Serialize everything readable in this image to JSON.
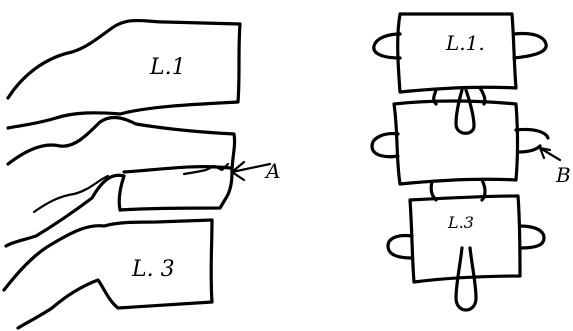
{
  "labels": {
    "lateral_l1": "L.1",
    "lateral_l3": "L. 3",
    "frontal_l1": "L.1.",
    "frontal_l3": "L.3",
    "marker_a": "A",
    "marker_b": "B"
  },
  "colors": {
    "ink": "#000000",
    "paper": "#ffffff"
  }
}
